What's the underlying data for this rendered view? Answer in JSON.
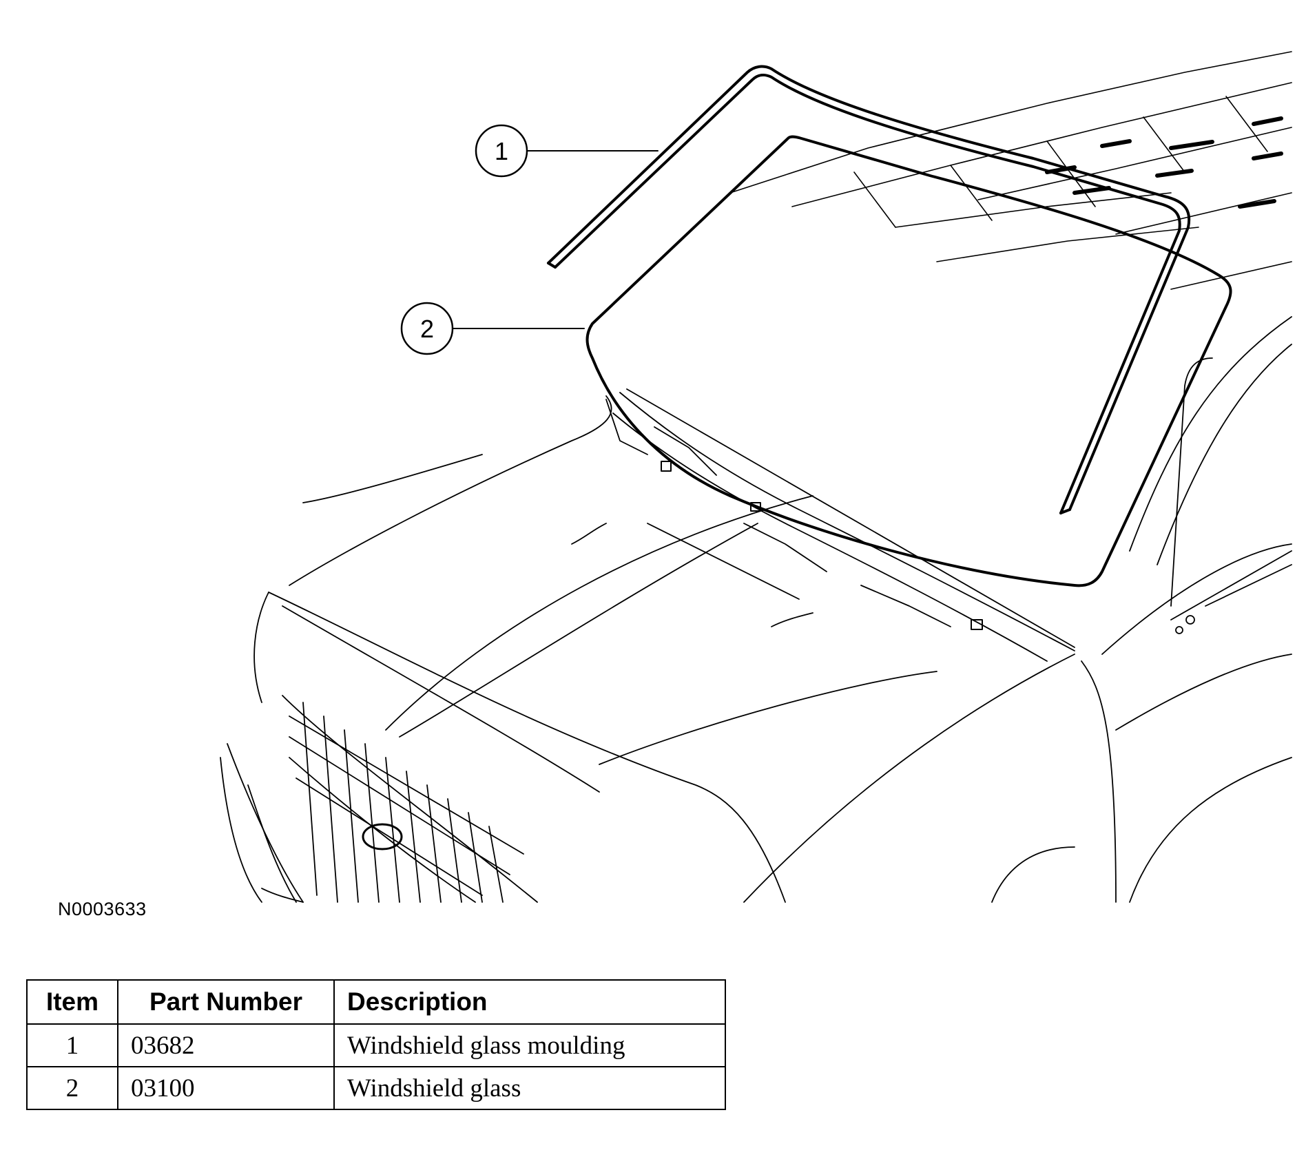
{
  "figure": {
    "id_label": "N0003633",
    "callouts": [
      {
        "number": "1"
      },
      {
        "number": "2"
      }
    ]
  },
  "table": {
    "headers": {
      "item": "Item",
      "part_number": "Part Number",
      "description": "Description"
    },
    "rows": [
      {
        "item": "1",
        "part_number": "03682",
        "description": "Windshield glass moulding"
      },
      {
        "item": "2",
        "part_number": "03100",
        "description": "Windshield glass"
      }
    ]
  }
}
